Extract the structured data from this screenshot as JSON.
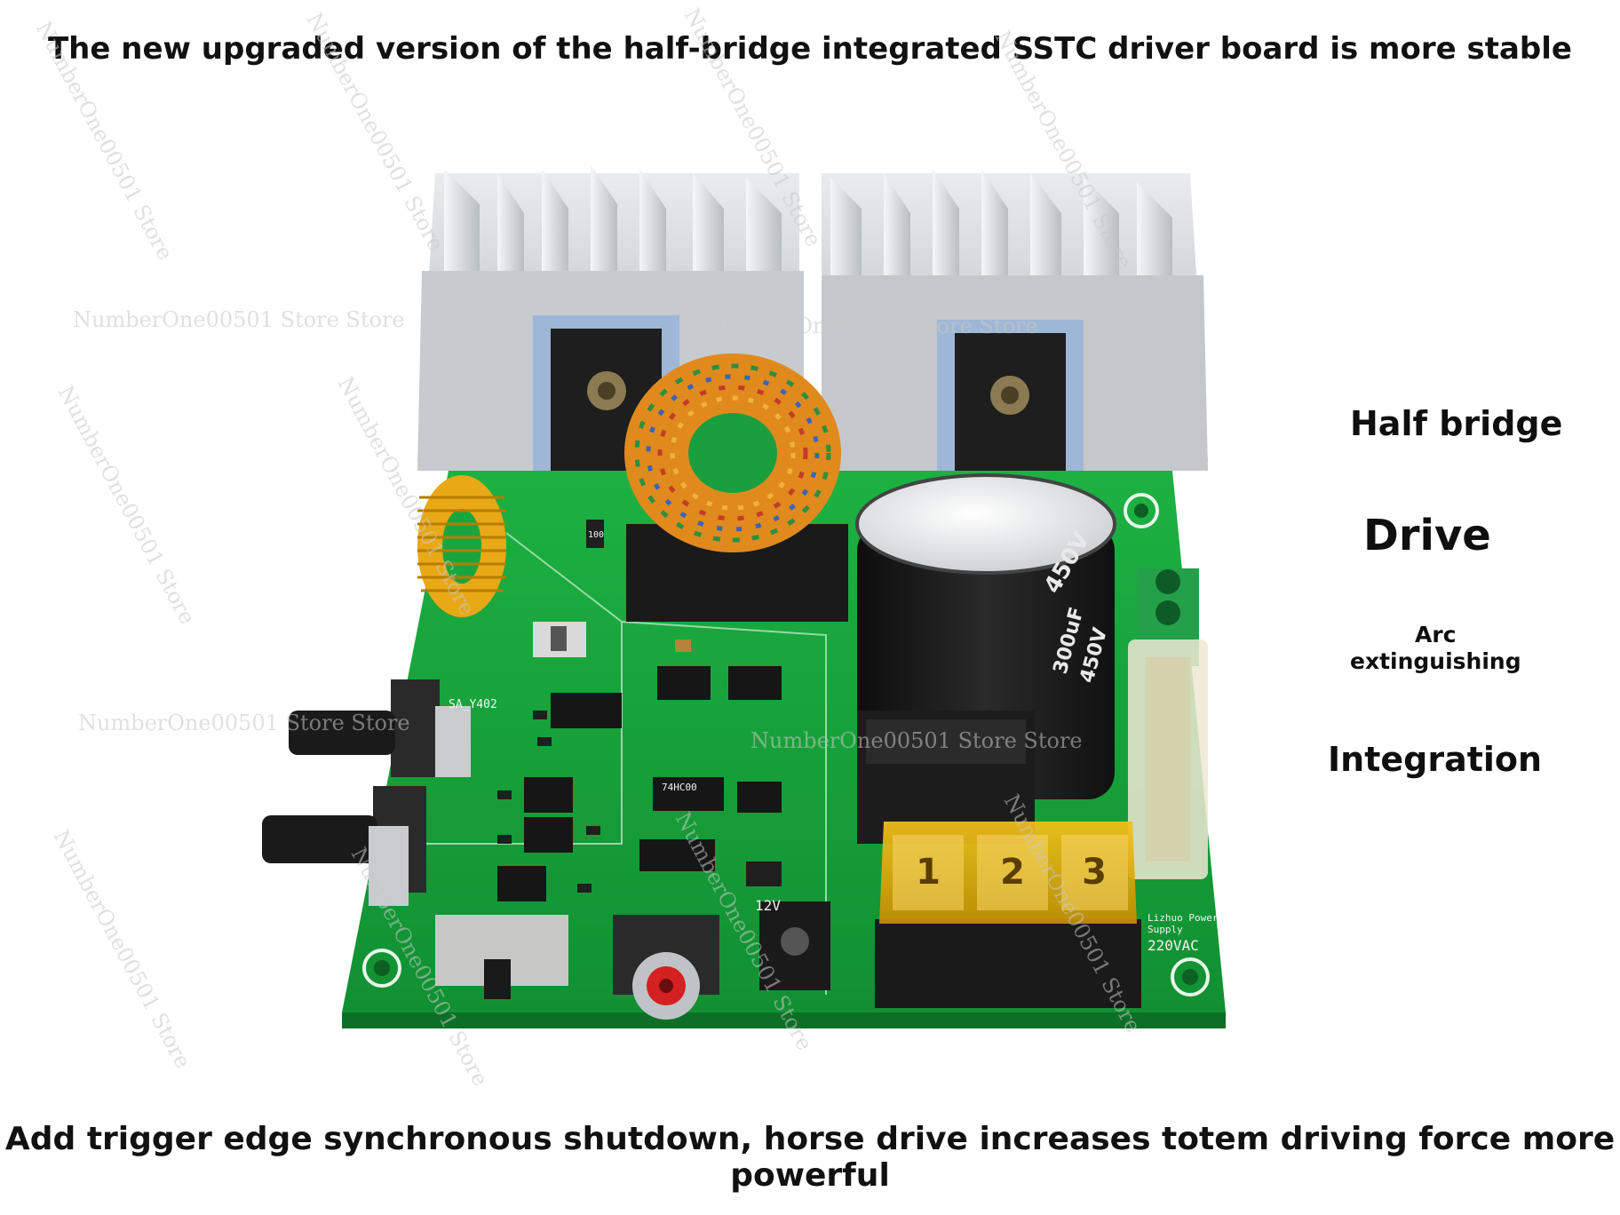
{
  "captions": {
    "top": "The new upgraded version of the half-bridge integrated SSTC driver board is more stable",
    "bottom": "Add trigger edge synchronous shutdown, horse drive increases totem driving force more powerful"
  },
  "features": {
    "half_bridge": "Half bridge",
    "drive": "Drive",
    "arc_line1": "Arc",
    "arc_line2": "extinguishing",
    "integration": "Integration"
  },
  "watermark": {
    "text": "NumberOne00501 Store Store",
    "short": "NumberOne00501 Store"
  },
  "board": {
    "capacitor_text_1": "450V",
    "capacitor_text_2": "300uF",
    "capacitor_text_3": "450V",
    "ic_label": "74HC00",
    "chip_label": "SA_Y402",
    "resistor_label": "100",
    "voltage_label": "12V",
    "supply_label_1": "Lizhuo Power",
    "supply_label_2": "Supply",
    "supply_voltage": "220VAC",
    "terminal_1": "1",
    "terminal_2": "2",
    "terminal_3": "3"
  },
  "colors": {
    "pcb": "#16a13a",
    "heatsink": "#cfd3d6",
    "terminal": "#f2b400"
  }
}
